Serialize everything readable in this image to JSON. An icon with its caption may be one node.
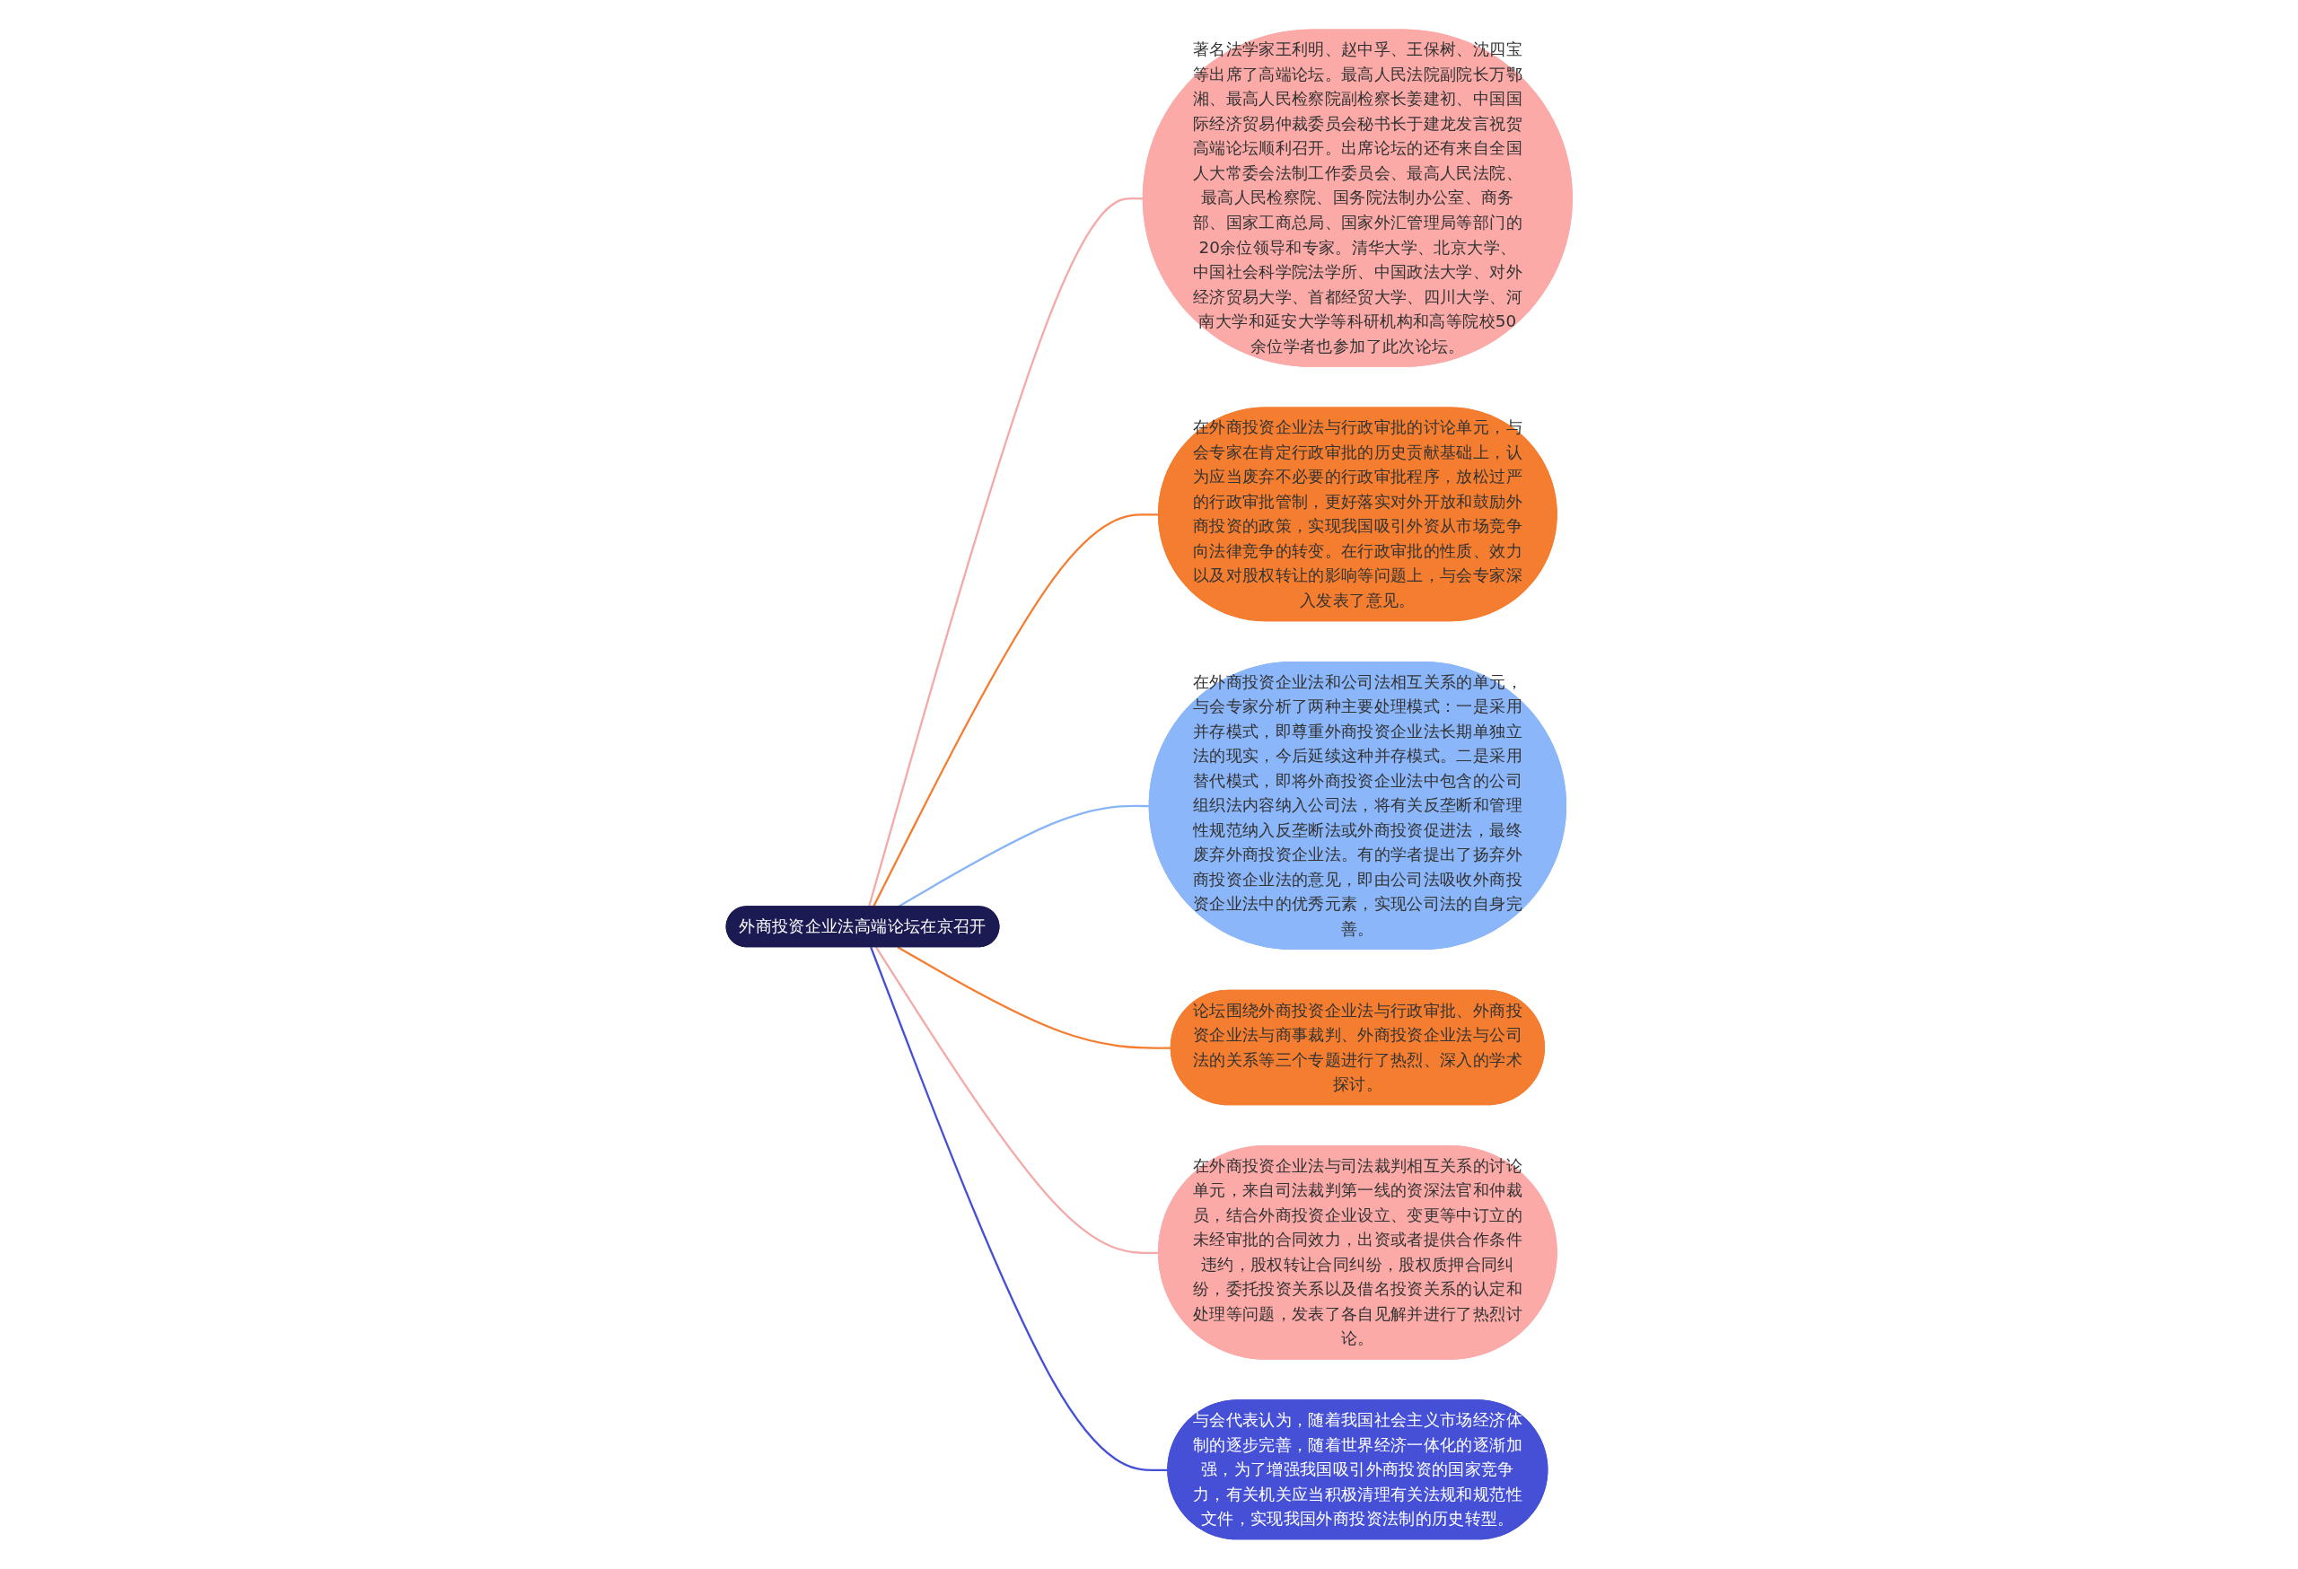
{
  "diagram": {
    "nodes": [
      {
        "text": [
          "外商投资企业法高端论坛在京召开"
        ]
      },
      {
        "text": [
          "著名法学家王利明、赵中孚、王保树、沈四宝等出席了高端论坛。最高人民法院副院长万鄂湘、最高人民检察院副检察长姜建初、中国国际经济贸易仲裁委员会秘书长于建龙发言祝贺高端论坛顺利召开。出席论坛的还有来自全国人大常委会法制工作委员会、最高人民法院、最高人民检察院、国务院法制办公室、商务部、国家工商总局、国家外汇管理局等部门的20余位领导和专家。清华大学、北京大学、中国社会科学院法学所、中国政法大学、对外经济贸易大学、首都经贸大学、四川大学、河南大学和延安大学等科研机构和高等院校50余位学者也参加了此次论坛。"
        ]
      },
      {
        "text": [
          "在外商投资企业法与行政审批的讨论单元，与会专家在肯定行政审批的历史贡献基础上，认为应当废弃不必要的行政审批程序，放松过严的行政审批管制，更好落实对外开放和鼓励外商投资的政策，实现我国吸引外资从市场竞争向法律竞争的转变。在行政审批的性质、效力以及对股权转让的影响等问题上，与会专家深入发表了意见。"
        ]
      },
      {
        "text": [
          "在外商投资企业法和公司法相互关系的单元，与会专家分析了两种主要处理模式：一是采用并存模式，即尊重外商投资企业法长期单独立法的现实，今后延续这种并存模式。二是采用替代模式，即将外商投资企业法中包含的公司组织法内容纳入公司法，将有关反垄断和管理性规范纳入反垄断法或外商投资促进法，最终废弃外商投资企业法。有的学者提出了扬弃外商投资企业法的意见，即由公司法吸收外商投资企业法中的优秀元素，实现公司法的自身完善。"
        ]
      },
      {
        "text": [
          "论坛围绕外商投资企业法与行政审批、外商投资企业法与商事裁判、外商投资企业法与公司法的关系等三个专题进行了热烈、深入的学术探讨。"
        ]
      },
      {
        "text": [
          "在外商投资企业法与司法裁判相互关系的讨论单元，来自司法裁判第一线的资深法官和仲裁员，结合外商投资企业设立、变更等中订立的未经审批的合同效力，出资或者提供合作条件违约，股权转让合同纠纷，股权质押合同纠纷，委托投资关系以及借名投资关系的认定和处理等问题，发表了各自见解并进行了热烈讨论。"
        ]
      },
      {
        "text": [
          "与会代表认为，随着我国社会主义市场经济体制的逐步完善，随着世界经济一体化的逐渐加强，为了增强我国吸引外商投资的国家竞争力，有关机关应当积极清理有关法规和规范性文件，实现我国外商投资法制的历史转型。"
        ]
      }
    ],
    "edges": [
      {
        "from": 0,
        "to": 1,
        "arrow": "none",
        "color": "#f4a9a8"
      },
      {
        "from": 0,
        "to": 2,
        "arrow": "none",
        "color": "#f47d30"
      },
      {
        "from": 0,
        "to": 3,
        "arrow": "none",
        "color": "#8ab4f8"
      },
      {
        "from": 0,
        "to": 4,
        "arrow": "none",
        "color": "#f47d30"
      },
      {
        "from": 0,
        "to": 5,
        "arrow": "none",
        "color": "#f4a9a8"
      },
      {
        "from": 0,
        "to": 6,
        "arrow": "none",
        "color": "#4550d6"
      }
    ]
  }
}
